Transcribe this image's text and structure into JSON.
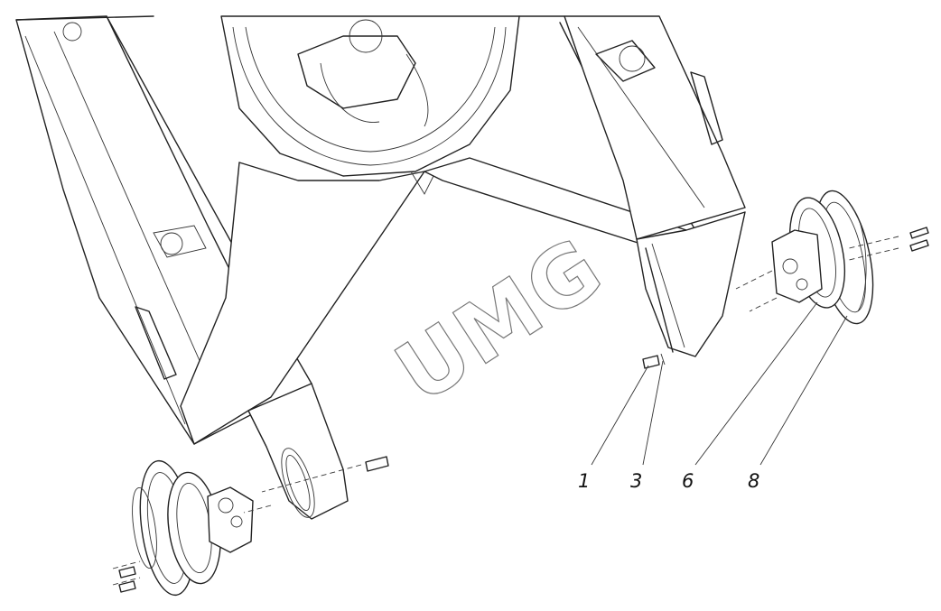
{
  "watermark": {
    "text": "UMG"
  },
  "callouts": [
    {
      "id": "1",
      "label": "1"
    },
    {
      "id": "3",
      "label": "3"
    },
    {
      "id": "6",
      "label": "6"
    },
    {
      "id": "8",
      "label": "8"
    }
  ]
}
